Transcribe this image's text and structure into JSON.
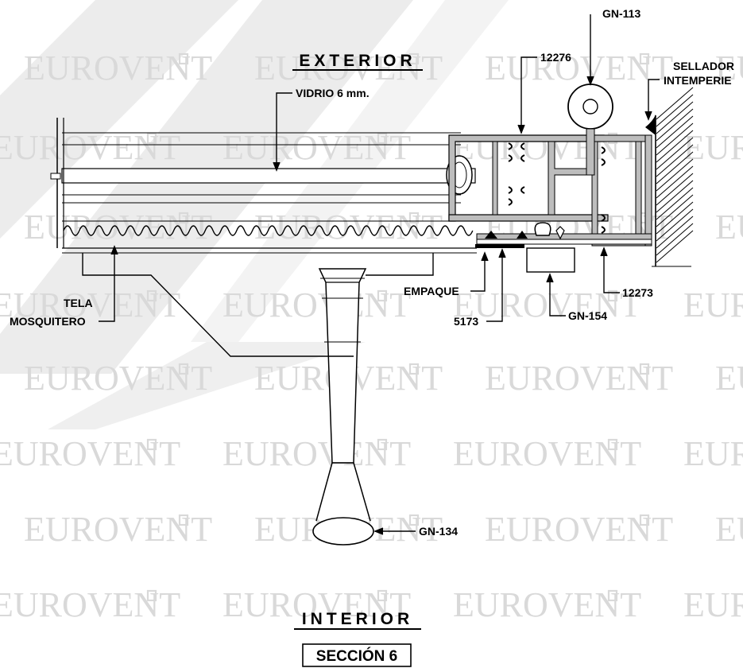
{
  "title_exterior": "EXTERIOR",
  "title_interior": "INTERIOR",
  "section_label": "SECCIÓN 6",
  "labels": {
    "vidrio": "VIDRIO 6 mm.",
    "gn113": "GN-113",
    "p12276": "12276",
    "sellador_1": "SELLADOR",
    "sellador_2": "INTEMPERIE",
    "tela_1": "TELA",
    "tela_2": "MOSQUITERO",
    "empaque": "EMPAQUE",
    "p5173": "5173",
    "gn154": "GN-154",
    "p12273": "12273",
    "gn134": "GN-134"
  },
  "watermark": "EUROVENT",
  "colors": {
    "line": "#000000",
    "watermark": "#d9d9d9",
    "band": "#ececec",
    "profile_fill": "#bdbdbd",
    "background": "#ffffff"
  }
}
